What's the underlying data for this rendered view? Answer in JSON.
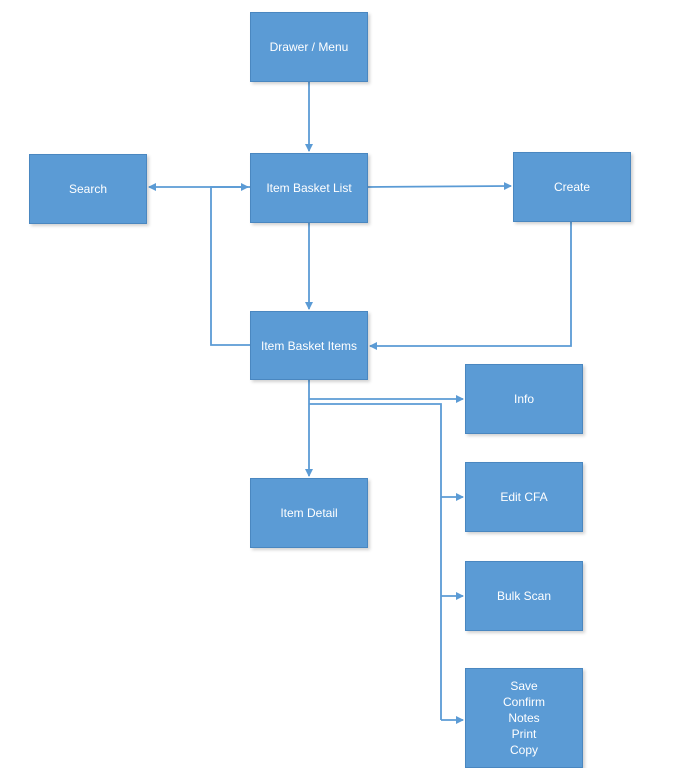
{
  "colors": {
    "box_fill": "#5b9bd5",
    "connector": "#5b9bd5",
    "text": "#ffffff"
  },
  "nodes": {
    "drawer_menu": "Drawer / Menu",
    "search": "Search",
    "item_basket_list": "Item Basket List",
    "create": "Create",
    "item_basket_items": "Item Basket Items",
    "info": "Info",
    "item_detail": "Item Detail",
    "edit_cfa": "Edit CFA",
    "bulk_scan": "Bulk Scan",
    "actions": [
      "Save",
      "Confirm",
      "Notes",
      "Print",
      "Copy"
    ]
  }
}
